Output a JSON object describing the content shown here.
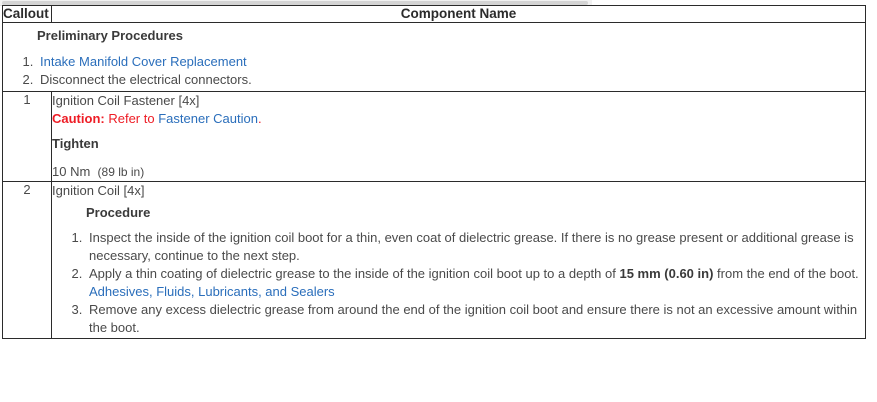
{
  "document": {
    "type": "service-procedure-table",
    "scrollbar": {
      "present": true,
      "orientation": "horizontal"
    }
  },
  "table": {
    "headers": {
      "callout": "Callout",
      "component": "Component Name"
    },
    "rows": [
      {
        "callout": "",
        "section_heading": "Preliminary Procedures",
        "steps": [
          {
            "text": "Intake Manifold Cover Replacement",
            "link": true
          },
          {
            "text": "Disconnect the electrical connectors.",
            "link": false
          }
        ]
      },
      {
        "callout": "1",
        "title": "Ignition Coil Fastener [4x]",
        "caution": {
          "label": "Caution:",
          "lead": "Refer to",
          "link": "Fastener Caution",
          "end": "."
        },
        "tighten_heading": "Tighten",
        "torque_metric": "10 Nm",
        "torque_imperial": "(89 lb in)"
      },
      {
        "callout": "2",
        "title": "Ignition Coil [4x]",
        "procedure_heading": "Procedure",
        "steps": [
          {
            "part1": "Inspect the inside of the ignition coil boot for a thin, even coat of dielectric grease. If there is no grease present or additional grease is necessary, continue to the next step."
          },
          {
            "part1": "Apply a thin coating of dielectric grease to the inside of the ignition coil boot up to a depth of ",
            "bold": "15 mm (0.60 in)",
            "part2": " from the end of the boot. ",
            "link": "Adhesives, Fluids, Lubricants, and Sealers"
          },
          {
            "part1": "Remove any excess dielectric grease from around the end of the ignition coil boot and ensure there is not an excessive amount within the boot."
          }
        ]
      }
    ]
  },
  "colors": {
    "link": "#2a6ebb",
    "caution": "#ee1c25",
    "text": "#4a4a4a",
    "border": "#2b2b2b"
  }
}
